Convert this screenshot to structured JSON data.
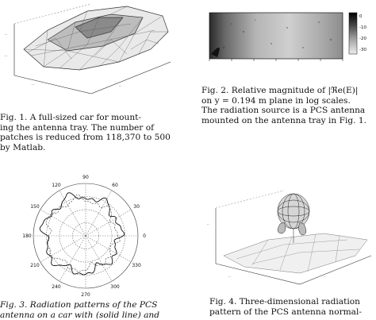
{
  "fig1": {
    "caption_lines": [
      "Fig.  1.  A full-sized car for mount-",
      "ing the antenna tray.  The number of",
      "patches is reduced from 118,370 to 500",
      "by Matlab."
    ]
  },
  "fig2": {
    "caption_lines": [
      "Fig.  2.  Relative magnitude of |ℜe(E)|",
      "on  y  =  0.194 m  plane in  log scales.",
      "The radiation source is a PCS antenna",
      "mounted on the antenna tray in Fig. 1."
    ],
    "colorbar_ticks": [
      "0",
      "-10",
      "-20",
      "-30"
    ]
  },
  "fig3": {
    "caption_lines": [
      "Fig. 3. Radiation patterns of the PCS",
      "antenna on a car with (solid line) and"
    ],
    "angle_labels": [
      "90",
      "60",
      "30",
      "0",
      "330",
      "300",
      "270",
      "240",
      "210",
      "180",
      "150",
      "120"
    ]
  },
  "fig4": {
    "caption_lines": [
      "Fig.   4.   Three-dimensional radiation",
      "pattern of the PCS antenna normal-"
    ]
  }
}
